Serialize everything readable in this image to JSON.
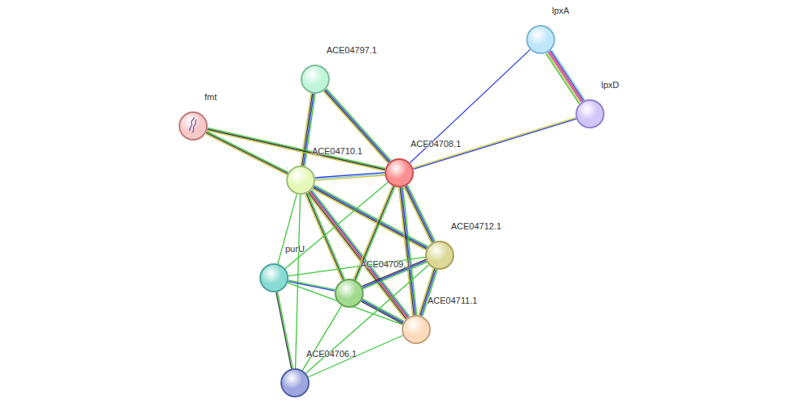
{
  "diagram": {
    "nodes": [
      {
        "text": [
          "lpxA"
        ]
      },
      {
        "text": [
          "ACE04797.1"
        ]
      },
      {
        "text": [
          "lpxD"
        ]
      },
      {
        "text": [
          "fmt"
        ]
      },
      {
        "text": [
          "ACE04708.1"
        ]
      },
      {
        "text": [
          "ACE04710.1"
        ]
      },
      {
        "text": [
          "ACE04712.1"
        ]
      },
      {
        "text": [
          "purU"
        ]
      },
      {
        "text": [
          "ACE04709.1"
        ]
      },
      {
        "text": [
          "ACE04711.1"
        ]
      },
      {
        "text": [
          "ACE04706.1"
        ]
      }
    ],
    "edges": [
      {
        "from": 0,
        "to": 2,
        "arrow": "none"
      },
      {
        "from": 0,
        "to": 4,
        "arrow": "none"
      },
      {
        "from": 2,
        "to": 4,
        "arrow": "none"
      },
      {
        "from": 1,
        "to": 5,
        "arrow": "none"
      },
      {
        "from": 1,
        "to": 4,
        "arrow": "none"
      },
      {
        "from": 3,
        "to": 5,
        "arrow": "none"
      },
      {
        "from": 3,
        "to": 4,
        "arrow": "none"
      },
      {
        "from": 5,
        "to": 4,
        "arrow": "none"
      },
      {
        "from": 5,
        "to": 6,
        "arrow": "none"
      },
      {
        "from": 5,
        "to": 9,
        "arrow": "none"
      },
      {
        "from": 5,
        "to": 8,
        "arrow": "none"
      },
      {
        "from": 5,
        "to": 7,
        "arrow": "none"
      },
      {
        "from": 5,
        "to": 10,
        "arrow": "none"
      },
      {
        "from": 4,
        "to": 7,
        "arrow": "none"
      },
      {
        "from": 4,
        "to": 8,
        "arrow": "none"
      },
      {
        "from": 4,
        "to": 6,
        "arrow": "none"
      },
      {
        "from": 4,
        "to": 9,
        "arrow": "none"
      },
      {
        "from": 6,
        "to": 8,
        "arrow": "none"
      },
      {
        "from": 6,
        "to": 9,
        "arrow": "none"
      },
      {
        "from": 6,
        "to": 7,
        "arrow": "none"
      },
      {
        "from": 8,
        "to": 9,
        "arrow": "none"
      },
      {
        "from": 7,
        "to": 8,
        "arrow": "none"
      },
      {
        "from": 7,
        "to": 9,
        "arrow": "none"
      },
      {
        "from": 7,
        "to": 10,
        "arrow": "none"
      },
      {
        "from": 8,
        "to": 10,
        "arrow": "none"
      },
      {
        "from": 9,
        "to": 10,
        "arrow": "none"
      },
      {
        "from": 6,
        "to": 10,
        "arrow": "none"
      }
    ]
  }
}
